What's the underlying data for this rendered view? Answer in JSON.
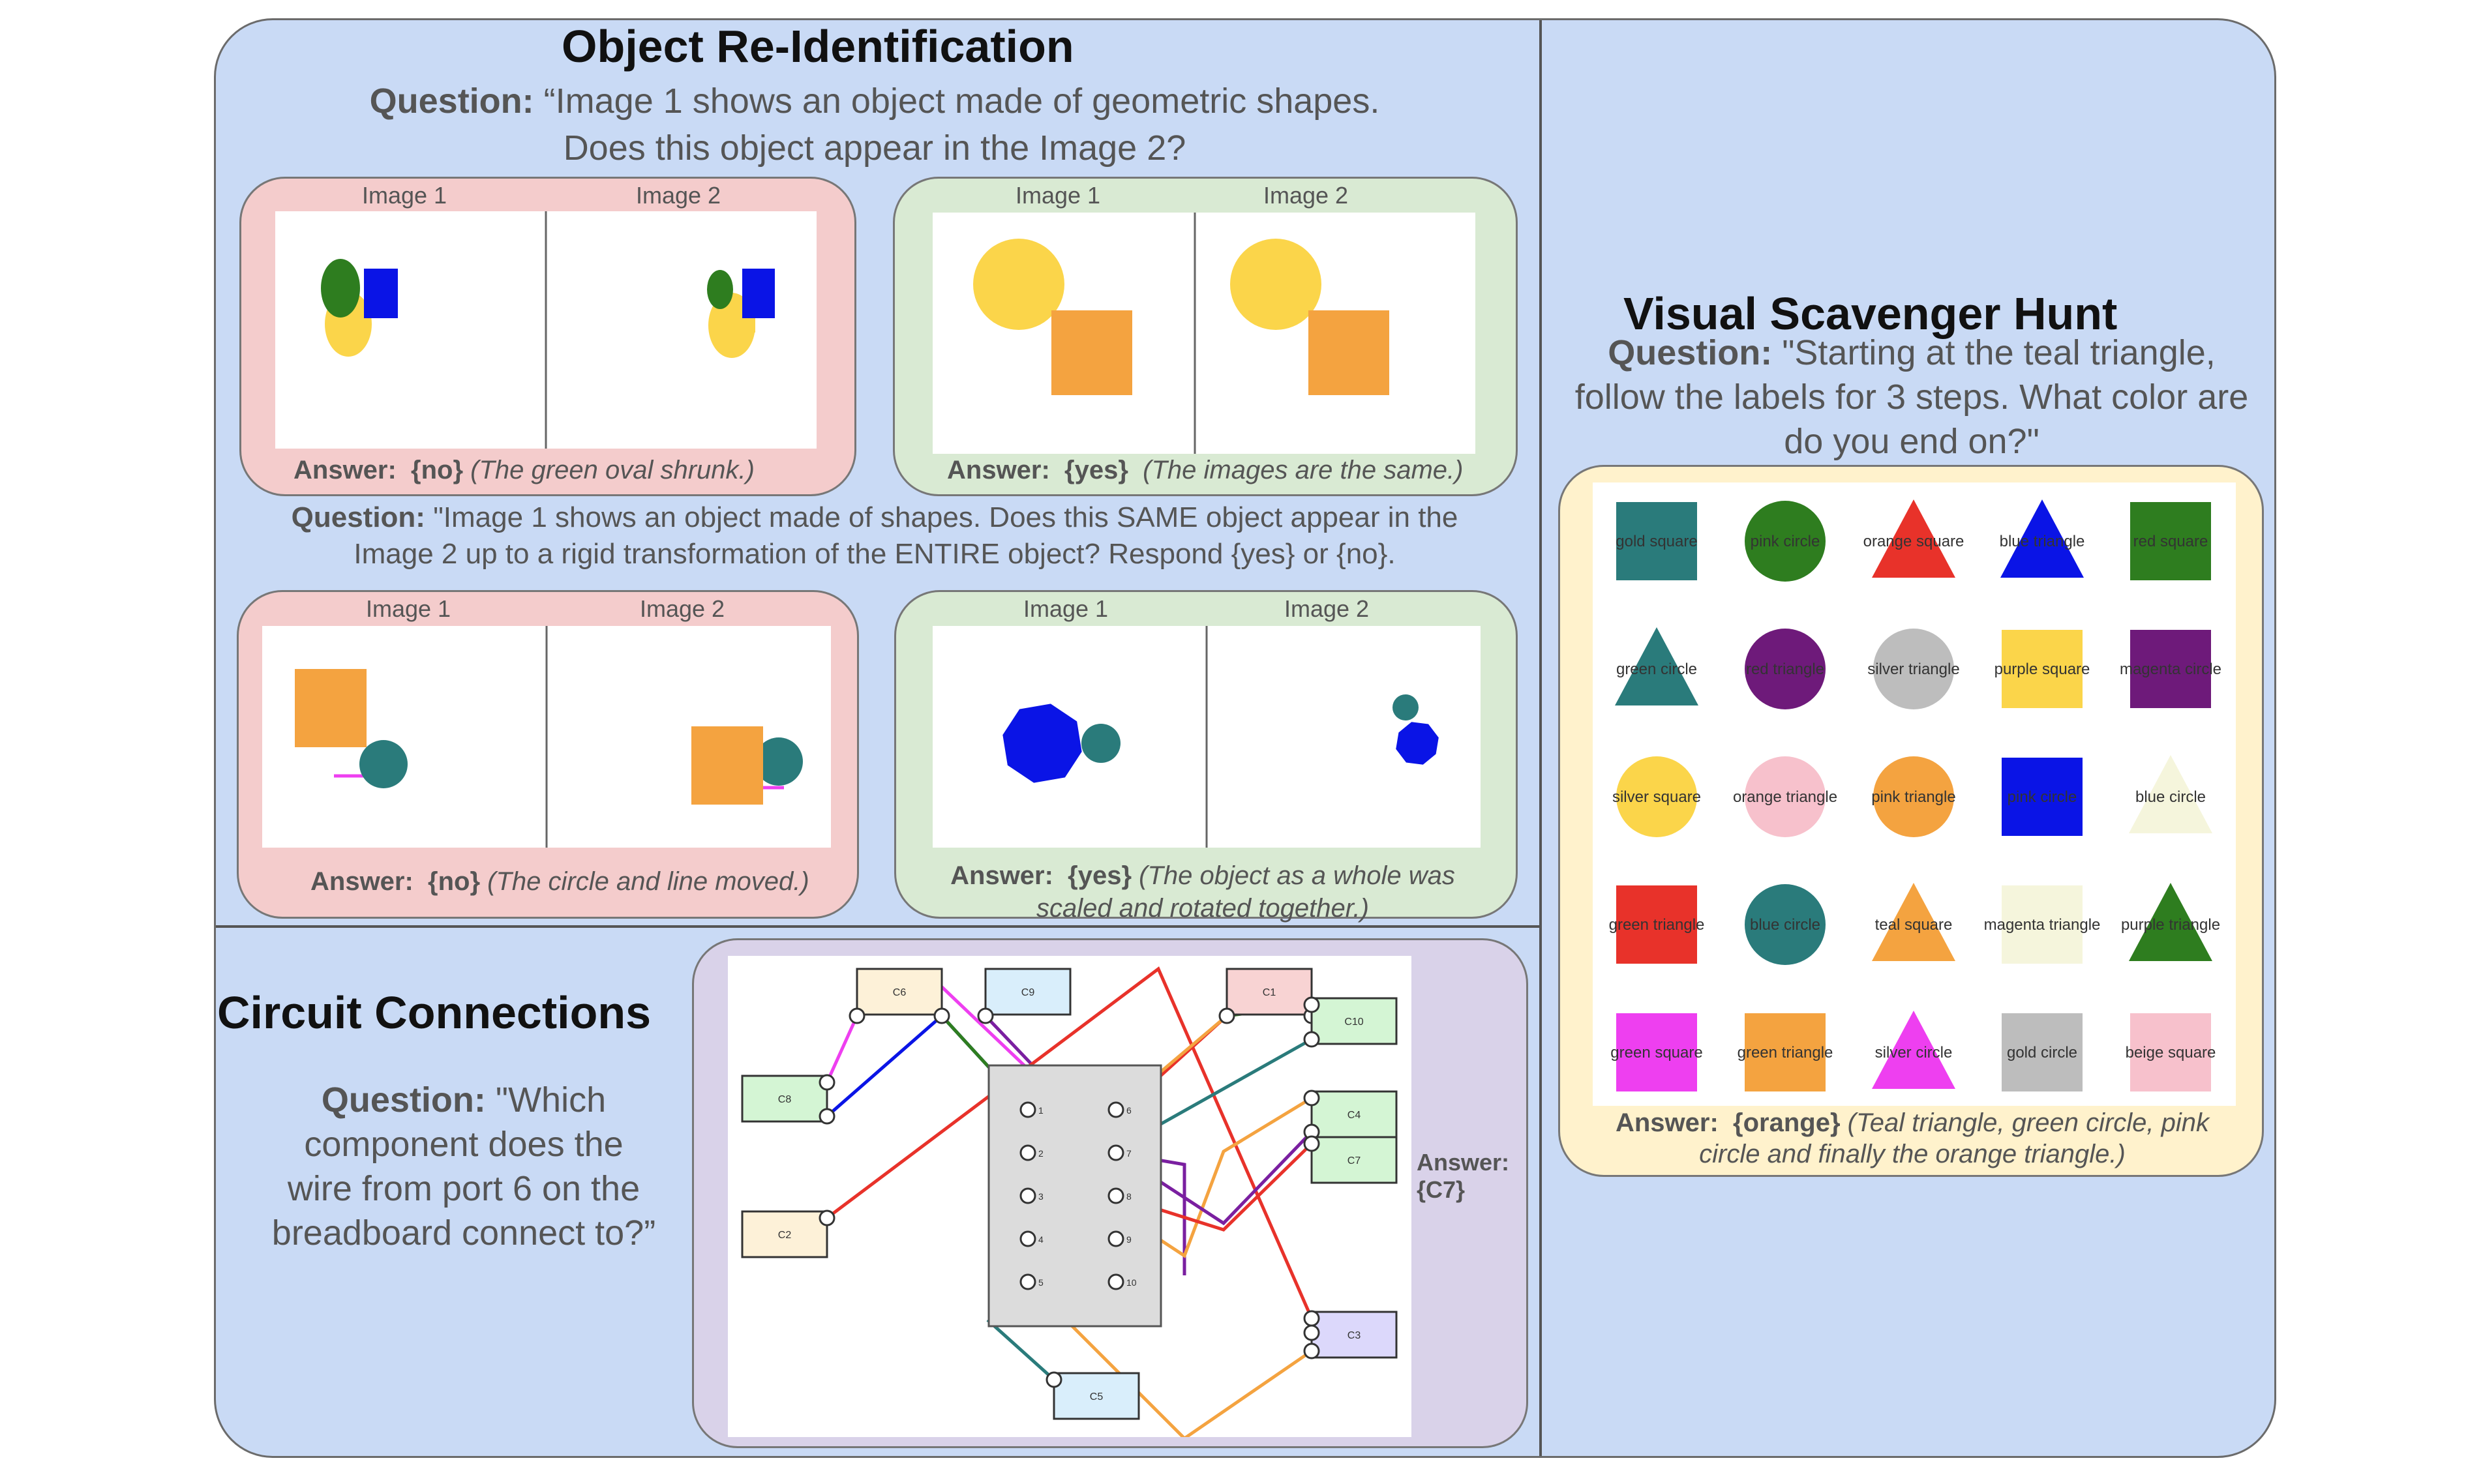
{
  "reid": {
    "title": "Object Re-Identification",
    "q1_bold": "Question:",
    "q1_line1": "“Image 1 shows an object made of geometric shapes.",
    "q1_line2": "Does this object appear in the Image 2?",
    "q2_bold": "Question:",
    "q2_line1": "\"Image 1 shows an object made of shapes. Does this SAME object appear in the",
    "q2_line2": "Image 2 up to a rigid transformation of the ENTIRE object? Respond {yes} or {no}.",
    "image1_label": "Image 1",
    "image2_label": "Image 2",
    "answer_label": "Answer:",
    "p1_answer": "{no}",
    "p1_note": "(The green oval shrunk.)",
    "p2_answer": "{yes}",
    "p2_note": "(The images are the same.)",
    "p3_answer": "{no}",
    "p3_note": "(The circle and line moved.)",
    "p4_answer": "{yes}",
    "p4_note1": "(The object as a whole was",
    "p4_note2": "scaled and rotated together.)"
  },
  "hunt": {
    "title": "Visual Scavenger Hunt",
    "q_bold": "Question:",
    "q_line1": "\"Starting at the teal triangle,",
    "q_line2": "follow the labels for 3 steps. What color are",
    "q_line3": "do you end on?\"",
    "answer_label": "Answer:",
    "answer": "{orange}",
    "note1": "(Teal triangle, green circle, pink",
    "note2": "circle and finally the orange triangle.)",
    "grid": [
      [
        {
          "shape": "square",
          "color": "#2a7b7b",
          "label": "gold square"
        },
        {
          "shape": "circle",
          "color": "#2e7d1f",
          "label": "pink circle"
        },
        {
          "shape": "triangle",
          "color": "#e8322a",
          "label": "orange square"
        },
        {
          "shape": "triangle",
          "color": "#0a14e6",
          "label": "blue triangle"
        },
        {
          "shape": "square",
          "color": "#2e7d1f",
          "label": "red square"
        }
      ],
      [
        {
          "shape": "triangle",
          "color": "#2a7b7b",
          "label": "green circle"
        },
        {
          "shape": "circle",
          "color": "#6e1a7a",
          "label": "red triangle"
        },
        {
          "shape": "circle",
          "color": "#bdbdbd",
          "label": "silver triangle"
        },
        {
          "shape": "square",
          "color": "#fbd54a",
          "label": "purple square"
        },
        {
          "shape": "square",
          "color": "#6e1a7a",
          "label": "magenta circle"
        }
      ],
      [
        {
          "shape": "circle",
          "color": "#fbd54a",
          "label": "silver square"
        },
        {
          "shape": "circle",
          "color": "#f7c1cc",
          "label": "orange triangle"
        },
        {
          "shape": "circle",
          "color": "#f4a340",
          "label": "pink triangle"
        },
        {
          "shape": "square",
          "color": "#0a14e6",
          "label": "pink circle"
        },
        {
          "shape": "triangle",
          "color": "#f5f5dc",
          "label": "blue circle"
        }
      ],
      [
        {
          "shape": "square",
          "color": "#e8322a",
          "label": "green triangle"
        },
        {
          "shape": "circle",
          "color": "#2a7b7b",
          "label": "blue circle"
        },
        {
          "shape": "triangle",
          "color": "#f4a340",
          "label": "teal square"
        },
        {
          "shape": "square",
          "color": "#f5f5dc",
          "label": "magenta triangle"
        },
        {
          "shape": "triangle",
          "color": "#2e7d1f",
          "label": "purple triangle"
        }
      ],
      [
        {
          "shape": "square",
          "color": "#ee3ff0",
          "label": "green square"
        },
        {
          "shape": "square",
          "color": "#f4a340",
          "label": "green triangle"
        },
        {
          "shape": "triangle",
          "color": "#ee3ff0",
          "label": "silver circle"
        },
        {
          "shape": "square",
          "color": "#bdbdbd",
          "label": "gold circle"
        },
        {
          "shape": "square",
          "color": "#f7c1cc",
          "label": "beige square"
        }
      ]
    ]
  },
  "circuit": {
    "title": "Circuit Connections",
    "q_bold": "Question:",
    "q_line1": "\"Which",
    "q_line2": "component does the",
    "q_line3": "wire from port 6 on the",
    "q_line4": "breadboard connect to?”",
    "answer_label": "Answer:",
    "answer": "{C7}",
    "components": [
      "C6",
      "C9",
      "C1",
      "C10",
      "C8",
      "C4",
      "C7",
      "C2",
      "C3",
      "C5"
    ],
    "ports": [
      "1",
      "2",
      "3",
      "4",
      "5",
      "6",
      "7",
      "8",
      "9",
      "10"
    ]
  }
}
